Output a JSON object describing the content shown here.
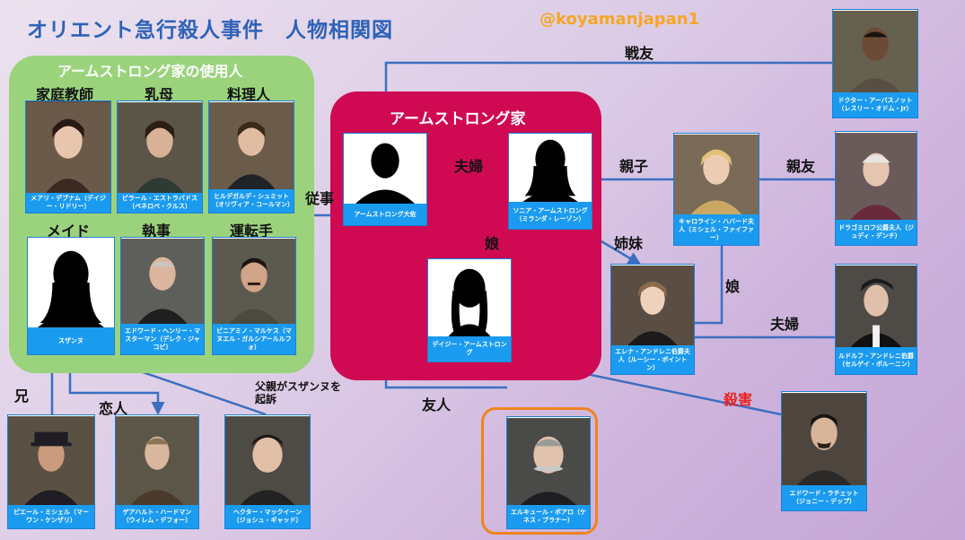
{
  "title": "オリエント急行殺人事件　人物相関図",
  "handle": "@koyamanjapan1",
  "groups": {
    "staff": "アームストロング家の使用人",
    "family": "アームストロング家"
  },
  "roles": {
    "governess": "家庭教師",
    "nurse": "乳母",
    "cook": "料理人",
    "maid": "メイド",
    "butler": "執事",
    "chauffeur": "運転手"
  },
  "relations": {
    "comrade": "戦友",
    "married1": "夫婦",
    "servant": "従事",
    "daughter1": "娘",
    "parent_child": "親子",
    "best_friend": "親友",
    "sisters": "姉妹",
    "daughter2": "娘",
    "married2": "夫婦",
    "friend": "友人",
    "brother": "兄",
    "lover": "恋人",
    "father_sued": "父親がスザンヌを起訴",
    "murder": "殺害"
  },
  "cards": {
    "mary": "メアリ・デブナム（デイジー・リドリー）",
    "pilar": "ピラール・エストラバドス（ペネロペ・クルス）",
    "hildegarde": "ヒルデガルデ・シュミット（オリヴィア・コールマン）",
    "susanne": "スザンヌ",
    "edward_master": "エドワード・ヘンリー・マスターマン（デレク・ジャコビ）",
    "biniamino": "ビニアミノ・マルケス（マヌエル・ガルシアールルフォ）",
    "col_armstrong": "アームストロング大佐",
    "sonia": "ソニア・アームストロング（ミランダ・レーゾン）",
    "daisy": "デイジー・アームストロング",
    "arbuthnot": "ドクター・アーバスノット（レスリー・オドム・Jr）",
    "caroline": "キャロライン・ハバード夫人（ミシェル・ファイファー）",
    "dragomiroff": "ドラゴミロフ公爵夫人（ジュディ・デンチ）",
    "elena": "エレナ・アンドレニ伯爵夫人（ルーシー・ボイントン）",
    "rudolph": "ルドルフ・アンドレニ伯爵（セルゲイ・ポルーニン）",
    "pierre": "ピエール・ミシェル（マーワン・ケンザリ）",
    "gerhard": "ゲアハルト・ハードマン（ウィレム・デフォー）",
    "hector": "ヘクター・マックイーン（ジョシュ・ギャッド）",
    "poirot": "エルキュール・ポアロ（ケネス・ブラナー）",
    "ratchett": "エドワード・ラチェット（ジョニー・デップ）"
  },
  "colors": {
    "title": "#2e62b8",
    "handle": "#f6a623",
    "staff_bg": "#9ad37c",
    "family_bg": "#cf0a52",
    "link": "#3c6fc0",
    "caption_bg": "#1b9bf0",
    "murder_text": "#e8211d",
    "poirot_frame": "#f0841e"
  }
}
